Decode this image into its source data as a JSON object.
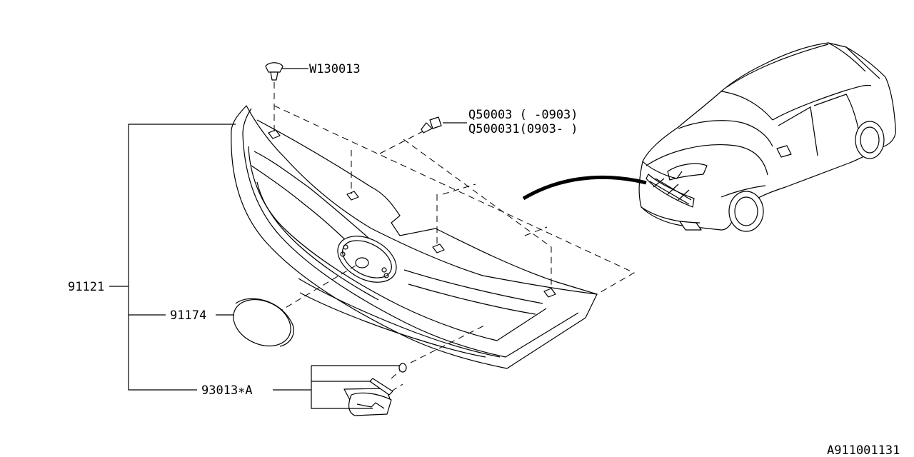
{
  "labels": {
    "clip": "W130013",
    "screw_a": "Q50003 ( -0903)",
    "screw_b": "Q500031(0903- )",
    "grille": "91121",
    "emblem": "91174",
    "badge": "93013∗A",
    "diagram_code": "A911001131"
  },
  "icons": {
    "clip": "push-clip-icon",
    "screw": "screw-icon",
    "vehicle": "car-illustration",
    "badge": "sti-badge-icon"
  }
}
